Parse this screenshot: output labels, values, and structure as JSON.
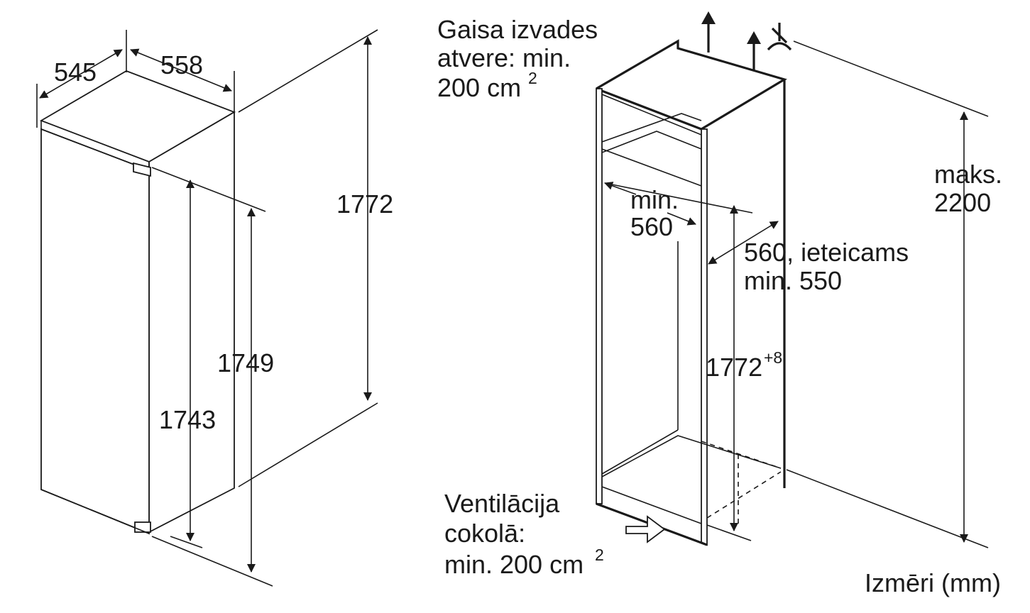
{
  "left_appliance": {
    "depth": "545",
    "width": "558",
    "overall_height": "1772",
    "height_mid": "1749",
    "height_door": "1743"
  },
  "right_niche": {
    "air_outlet_line1": "Gaisa izvades",
    "air_outlet_line2": "atvere: min.",
    "air_outlet_line3": "200 cm",
    "air_outlet_sup": "2",
    "width_line1": "min.",
    "width_line2": "560",
    "depth_line1": "560, ieteicams",
    "depth_line2": "min. 550",
    "niche_height": "1772",
    "niche_height_tol": "+8",
    "max_line1": "maks.",
    "max_line2": "2200",
    "vent_line1": "Ventilācija",
    "vent_line2": "cokolā:",
    "vent_line3": "min. 200 cm",
    "vent_sup": "2"
  },
  "footer": {
    "units": "Izmēri (mm)"
  }
}
